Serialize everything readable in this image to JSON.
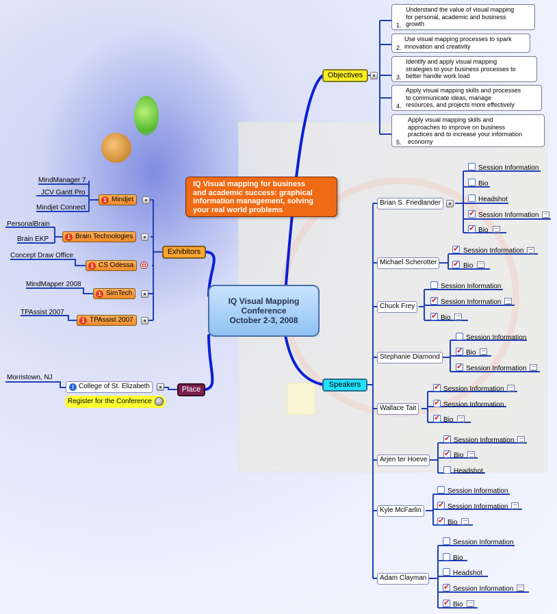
{
  "central": {
    "line1": "IQ Visual Mapping",
    "line2": "Conference",
    "line3": "October 2-3, 2008"
  },
  "callout": {
    "line1": "IQ Visual mapping for business",
    "line2": "and academic success: graphical",
    "line3": "information management, solving",
    "line4": "your real world problems"
  },
  "objectives": {
    "label": "Objectives",
    "items": [
      {
        "num": "1.",
        "lines": [
          "Understand the value of visual mapping",
          "for personal, academic and business",
          "growth"
        ]
      },
      {
        "num": "2.",
        "lines": [
          "Use visual mapping processes to spark",
          "innovation and creativity"
        ]
      },
      {
        "num": "3.",
        "lines": [
          "Identify and apply visual mapping",
          "strategies to your business processes to",
          "better handle work load"
        ]
      },
      {
        "num": "4.",
        "lines": [
          "Apply visual mapping skills and processes",
          "to communicate ideas, manage",
          "resources, and projects more effectively"
        ]
      },
      {
        "num": "5.",
        "lines": [
          "Apply visual mapping skills and",
          "approaches to improve on business",
          "practices and to increase your information",
          "economy"
        ]
      }
    ]
  },
  "exhibitors": {
    "label": "Exhibitors",
    "items": [
      {
        "num": "1",
        "name": "Mindjet",
        "subs": [
          "MindManager 7",
          "JCV Gantt Pro",
          "Mindjet Connect"
        ]
      },
      {
        "num": "1",
        "name": "Brain Technologies",
        "subs": [
          "PersonalBrain",
          "Brain EKP"
        ]
      },
      {
        "num": "1",
        "name": "CS Odessa",
        "subs": [
          "Concept Draw Office"
        ]
      },
      {
        "num": "1",
        "name": "SimTech",
        "subs": [
          "MindMapper 2008"
        ]
      },
      {
        "num": "1",
        "name": "TPAssist 2007",
        "subs": [
          "TPAssist 2007"
        ]
      }
    ]
  },
  "place": {
    "label": "Place",
    "venue": "College of St. Elizabeth",
    "city": "Morristown, NJ",
    "register": "Register for the Conference"
  },
  "speakers": {
    "label": "Speakers",
    "items": [
      {
        "name": "Brian S. Friedlander",
        "subs": [
          "Session Information",
          "Bio",
          "Headshot",
          "Session Information",
          "Bio"
        ]
      },
      {
        "name": "Michael Scherotter",
        "subs": [
          "Session Information",
          "Bio"
        ]
      },
      {
        "name": "Chuck Frey",
        "subs": [
          "Session Information",
          "Session Information",
          "Bio"
        ]
      },
      {
        "name": "Stephanie Diamond",
        "subs": [
          "Session Information",
          "Bio",
          "Session Information"
        ]
      },
      {
        "name": "Wallace Tait",
        "subs": [
          "Session Information",
          "Session Information",
          "Bio"
        ]
      },
      {
        "name": "Arjen ter Hoeve",
        "subs": [
          "Session Information",
          "Bio",
          "Headshot"
        ]
      },
      {
        "name": "Kyle McFarlin",
        "subs": [
          "Session Information",
          "Session Information",
          "Bio"
        ]
      },
      {
        "name": "Adam Clayman",
        "subs": [
          "Session Information",
          "Bio",
          "Headshot",
          "Session Information",
          "Bio"
        ]
      }
    ]
  },
  "colors": {
    "branch": "#0a1fd6",
    "subline": "#1d3fb3",
    "objectives_fill": "#ffee22",
    "speakers_fill": "#22e0ff",
    "exhibitors_fill": "#ffa630",
    "place_fill": "#7a1f4f",
    "callout_fill": "#ef6a14",
    "central_fill": "#a6d2fb",
    "check_mark": "#d21b1b"
  }
}
